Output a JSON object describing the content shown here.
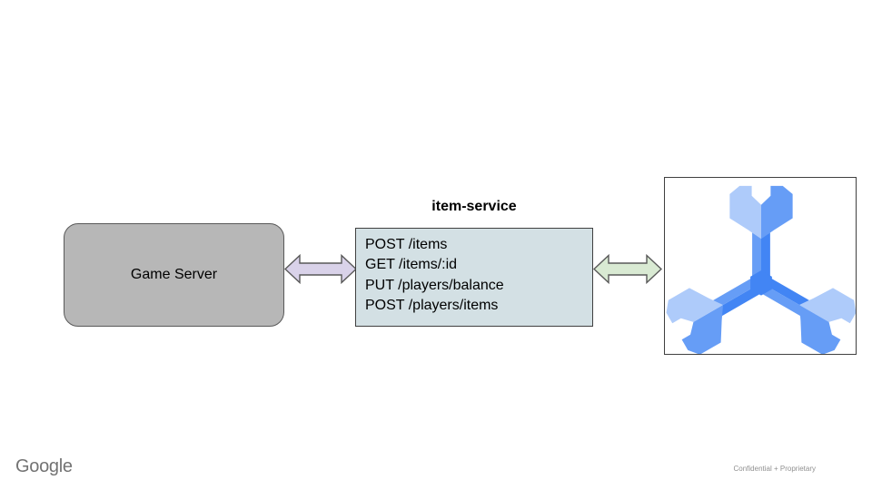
{
  "diagram": {
    "game_server": {
      "label": "Game Server"
    },
    "item_service": {
      "title": "item-service",
      "endpoints": [
        "POST /items",
        "GET /items/:id",
        "PUT /players/balance",
        "POST /players/items"
      ]
    },
    "database": {
      "icon": "cloud-spanner-icon"
    },
    "colors": {
      "game_server_fill": "#b7b7b7",
      "item_service_fill": "#d3e0e4",
      "arrow_purple_fill": "#d9d2e9",
      "arrow_green_fill": "#d9ead3",
      "arrow_stroke": "#595959",
      "spanner_light": "#aecbfa",
      "spanner_medium": "#669df6",
      "spanner_dark": "#4285f4"
    }
  },
  "footer": {
    "logo": "Google",
    "note": "Confidential + Proprietary"
  }
}
